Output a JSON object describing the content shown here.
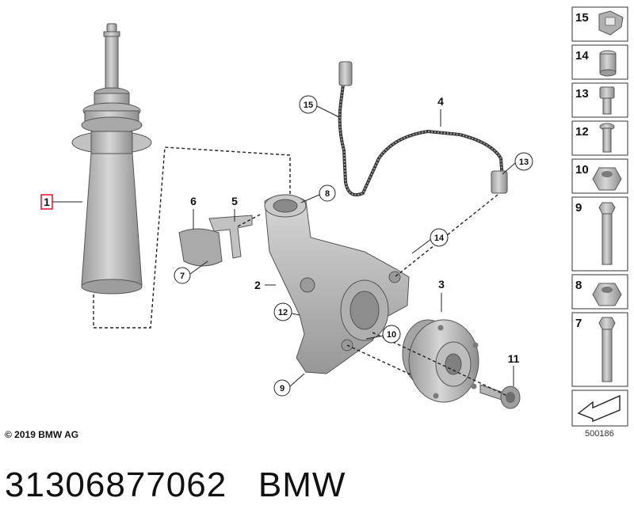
{
  "callouts": [
    {
      "id": "1",
      "text": "1",
      "highlighted": true
    },
    {
      "id": "2",
      "text": "2"
    },
    {
      "id": "3",
      "text": "3"
    },
    {
      "id": "4",
      "text": "4"
    },
    {
      "id": "5",
      "text": "5"
    },
    {
      "id": "6",
      "text": "6"
    },
    {
      "id": "7",
      "text": "7",
      "circled": true
    },
    {
      "id": "8",
      "text": "8",
      "circled": true
    },
    {
      "id": "9",
      "text": "9",
      "circled": true
    },
    {
      "id": "10",
      "text": "10",
      "circled": true
    },
    {
      "id": "11",
      "text": "11"
    },
    {
      "id": "12",
      "text": "12",
      "circled": true
    },
    {
      "id": "13",
      "text": "13",
      "circled": true
    },
    {
      "id": "14",
      "text": "14",
      "circled": true
    },
    {
      "id": "15",
      "text": "15",
      "circled": true
    }
  ],
  "side_panel": [
    {
      "number": "15",
      "part": "clip"
    },
    {
      "number": "14",
      "part": "sleeve"
    },
    {
      "number": "13",
      "part": "socket-bolt"
    },
    {
      "number": "12",
      "part": "torx-bolt"
    },
    {
      "number": "10",
      "part": "hex-nut"
    },
    {
      "number": "9",
      "part": "hex-bolt"
    },
    {
      "number": "8",
      "part": "hex-nut"
    },
    {
      "number": "7",
      "part": "hex-bolt"
    }
  ],
  "copyright": "© 2019 BMW AG",
  "diagram_id": "500186",
  "part_number": "31306877062",
  "brand": "BMW",
  "colors": {
    "highlight": "#e0102f",
    "metal": "#b9b9b9",
    "metal_dark": "#8c8c8c",
    "ink": "#111111"
  }
}
